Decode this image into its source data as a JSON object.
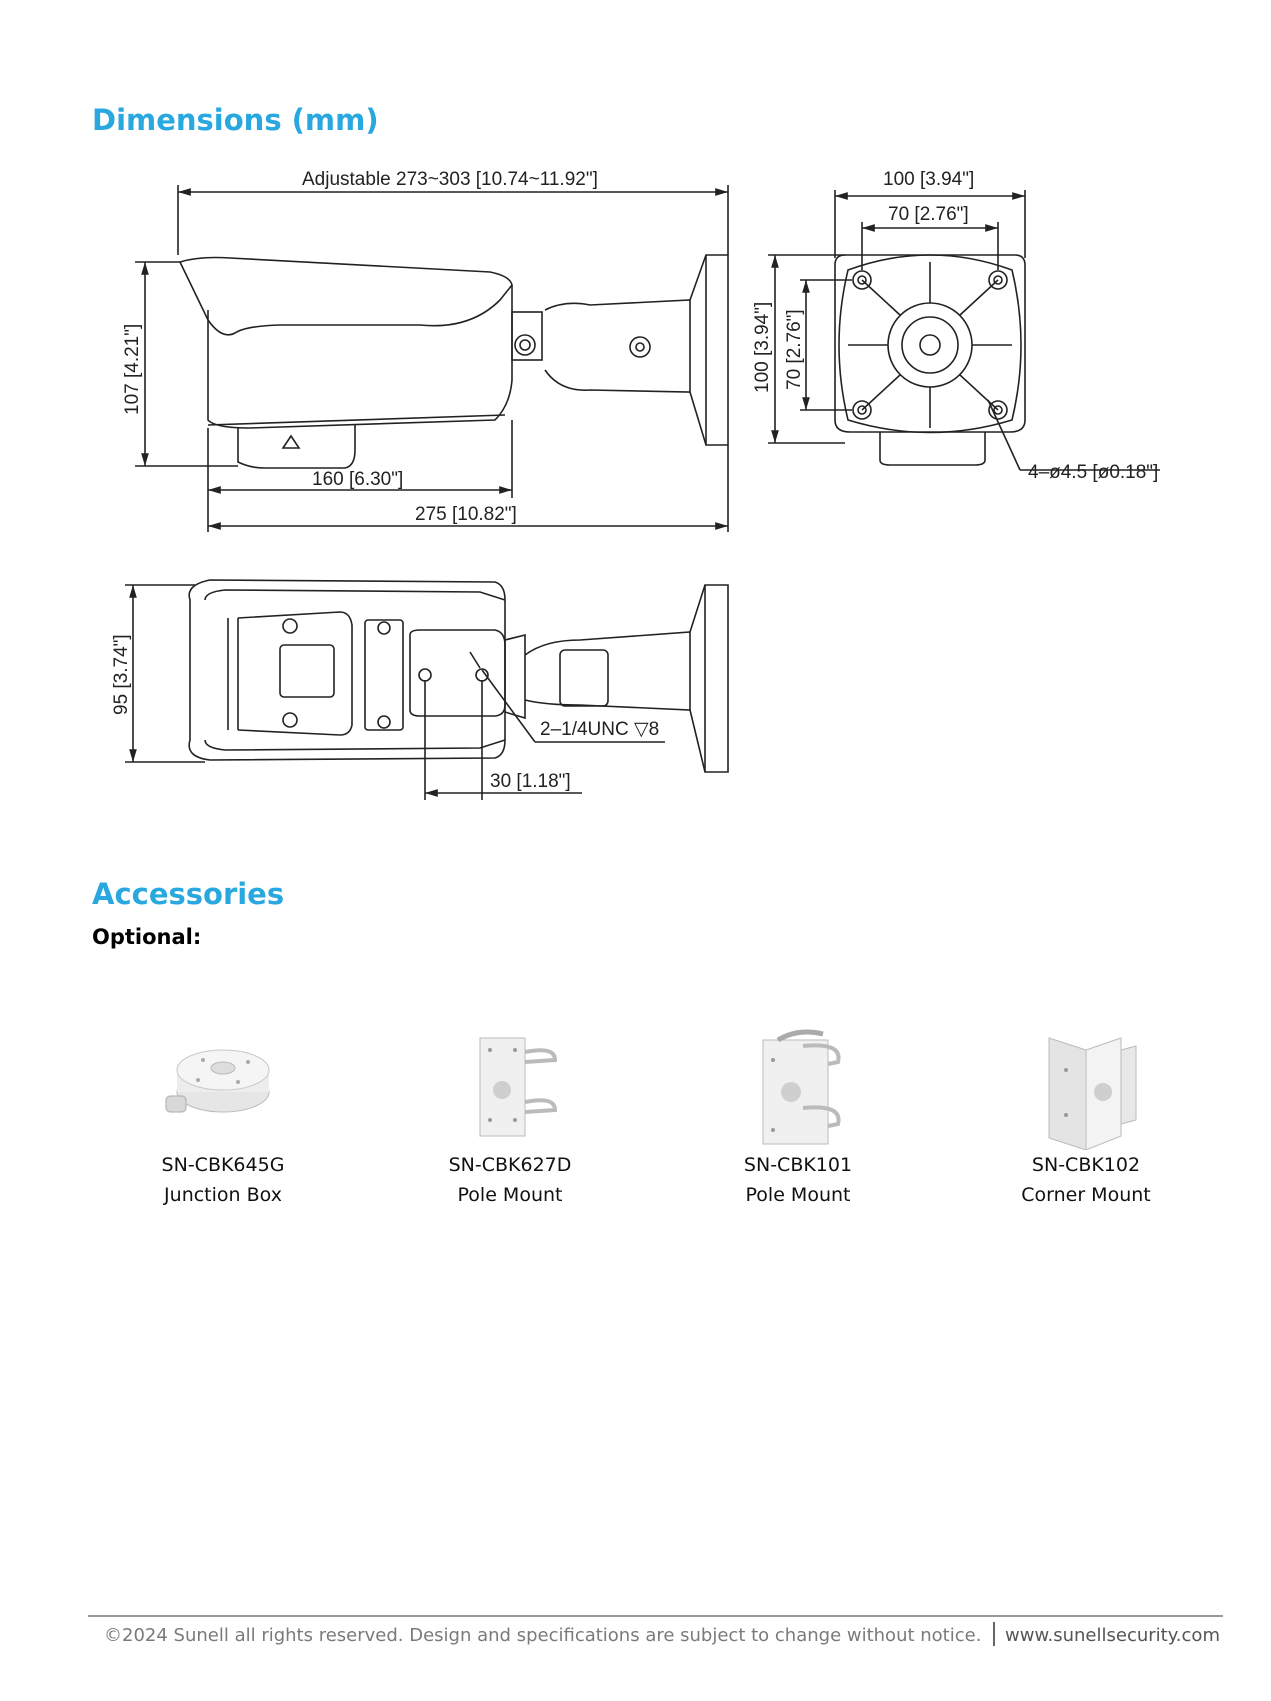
{
  "dimensions": {
    "heading": "Dimensions (mm)",
    "labels": {
      "adjustable": "Adjustable  273~303 [10.74~11.92\"]",
      "h107": "107 [4.21\"]",
      "l160": "160 [6.30\"]",
      "l275": "275 [10.82\"]",
      "w100": "100 [3.94\"]",
      "w70": "70 [2.76\"]",
      "v100": "100 [3.94\"]",
      "v70": "70 [2.76\"]",
      "holes": "4–ø4.5 [ø0.18\"]",
      "h95": "95 [3.74\"]",
      "unc": "2–1/4UNC ▽8",
      "l30": "30 [1.18\"]"
    }
  },
  "accessories": {
    "heading": "Accessories",
    "subheading": "Optional:",
    "items": [
      {
        "code": "SN-CBK645G",
        "name": "Junction Box",
        "icon": "junction-box-icon"
      },
      {
        "code": "SN-CBK627D",
        "name": "Pole Mount",
        "icon": "pole-mount-icon"
      },
      {
        "code": "SN-CBK101",
        "name": "Pole Mount",
        "icon": "pole-mount-icon"
      },
      {
        "code": "SN-CBK102",
        "name": "Corner Mount",
        "icon": "corner-mount-icon"
      }
    ]
  },
  "footer": {
    "copyright": "©2024 Sunell all rights reserved. Design and specifications are subject to change without notice.",
    "website": "www.sunellsecurity.com"
  }
}
